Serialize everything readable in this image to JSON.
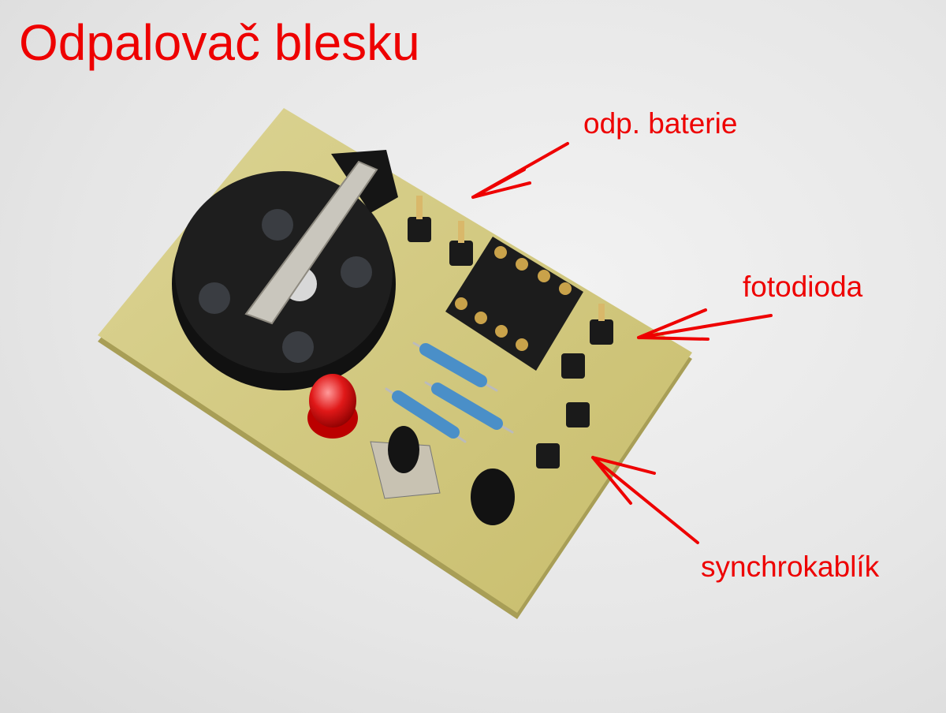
{
  "title": "Odpalovač blesku",
  "annotations": {
    "battery": "odp. baterie",
    "photodiode": "fotodioda",
    "sync_cable": "synchrokablík"
  },
  "colors": {
    "annotation": "#ee0000",
    "pcb": "#d6cd86",
    "background": "#e8e8e8"
  }
}
